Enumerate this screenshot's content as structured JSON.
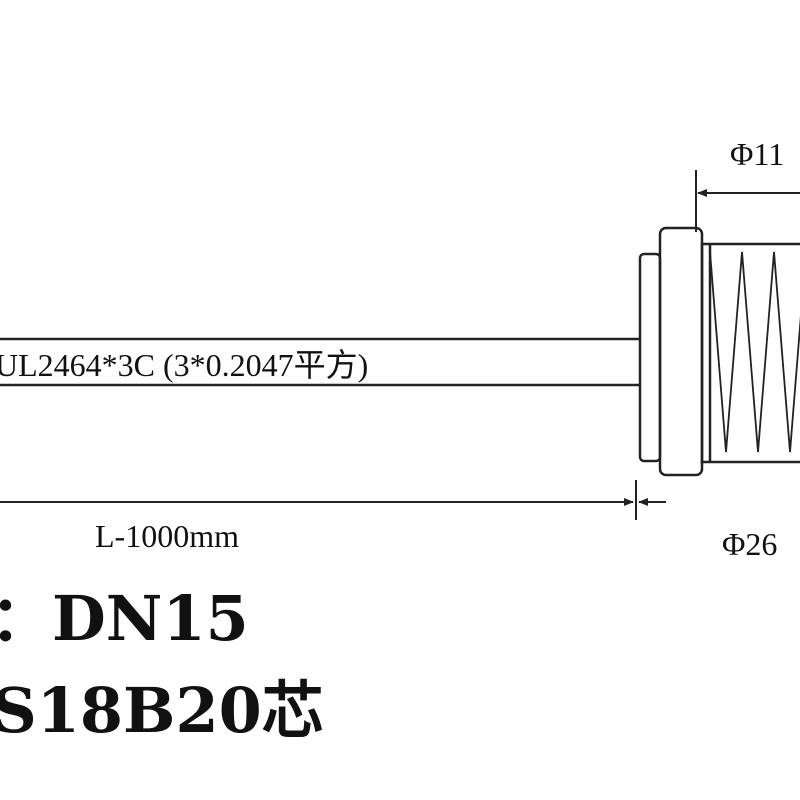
{
  "cable_label": "UL2464*3C (3*0.2047平方)",
  "length_label": "L-1000mm",
  "dim_top_label": "Φ11",
  "dim_bottom_label": "Φ26",
  "spec_line1": "：DN15",
  "spec_line2": "S18B20芯",
  "colors": {
    "line": "#222222",
    "text": "#111111",
    "background": "#ffffff"
  }
}
